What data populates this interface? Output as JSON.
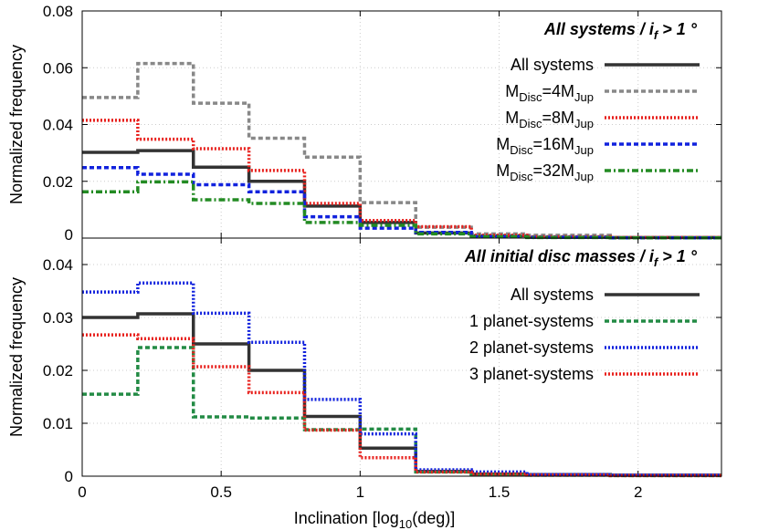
{
  "chart_data": [
    {
      "type": "line",
      "step": true,
      "title": "All systems / i_f > 1 °",
      "title_parts": {
        "pre": "All systems / ",
        "sym": "i",
        "sub": "f",
        "post": " > 1 °"
      },
      "xlabel": "",
      "ylabel": "Normalized frequency",
      "xlim": [
        0,
        2.3
      ],
      "ylim": [
        0,
        0.08
      ],
      "x_ticks": [],
      "y_ticks": [
        "0",
        "0.02",
        "0.04",
        "0.06",
        "0.08"
      ],
      "grid": true,
      "legend_position": "top-right",
      "bin_edges": [
        0,
        0.2,
        0.4,
        0.6,
        0.8,
        1.0,
        1.2,
        1.4,
        1.6,
        1.9,
        2.3
      ],
      "series": [
        {
          "name": "All systems",
          "legend": [
            {
              "t": "All systems"
            }
          ],
          "color": "#333333",
          "dash": "solid",
          "values": [
            0.0302,
            0.0308,
            0.025,
            0.02,
            0.0113,
            0.0055,
            0.0018,
            0.0008,
            0.0003,
            0.0002
          ]
        },
        {
          "name": "MDisc=4MJup",
          "legend": [
            {
              "t": "M"
            },
            {
              "t": "Disc",
              "sub": true
            },
            {
              "t": "=4M"
            },
            {
              "t": "Jup",
              "sub": true
            }
          ],
          "color": "#888888",
          "dash": "short",
          "values": [
            0.0495,
            0.0615,
            0.0475,
            0.0352,
            0.0285,
            0.0125,
            0.0038,
            0.0015,
            0.001,
            0.0002
          ]
        },
        {
          "name": "MDisc=8MJup",
          "legend": [
            {
              "t": "M"
            },
            {
              "t": "Disc",
              "sub": true
            },
            {
              "t": "=8M"
            },
            {
              "t": "Jup",
              "sub": true
            }
          ],
          "color": "#e8211d",
          "dash": "dot",
          "values": [
            0.0415,
            0.0348,
            0.0315,
            0.0238,
            0.0122,
            0.0062,
            0.004,
            0.001,
            0.0005,
            0.0002
          ]
        },
        {
          "name": "MDisc=16MJup",
          "legend": [
            {
              "t": "M"
            },
            {
              "t": "Disc",
              "sub": true
            },
            {
              "t": "=16M"
            },
            {
              "t": "Jup",
              "sub": true
            }
          ],
          "color": "#1122dd",
          "dash": "short",
          "values": [
            0.0248,
            0.0225,
            0.0188,
            0.0163,
            0.0075,
            0.0035,
            0.002,
            0.0005,
            0.0003,
            0.0001
          ]
        },
        {
          "name": "MDisc=32MJup",
          "legend": [
            {
              "t": "M"
            },
            {
              "t": "Disc",
              "sub": true
            },
            {
              "t": "=32M"
            },
            {
              "t": "Jup",
              "sub": true
            }
          ],
          "color": "#238b23",
          "dash": "dashdot",
          "values": [
            0.0163,
            0.0198,
            0.0135,
            0.0122,
            0.0055,
            0.0045,
            0.0015,
            0.0005,
            0.0002,
            0.0001
          ]
        }
      ]
    },
    {
      "type": "line",
      "step": true,
      "title": "All initial disc masses / i_f > 1 °",
      "title_parts": {
        "pre": "All initial disc masses / ",
        "sym": "i",
        "sub": "f",
        "post": " > 1 °"
      },
      "xlabel": "Inclination [log10(deg)]",
      "xlabel_parts": {
        "pre": "Inclination [log",
        "sub": "10",
        "post": "(deg)]"
      },
      "ylabel": "Normalized frequency",
      "xlim": [
        0,
        2.3
      ],
      "ylim": [
        0,
        0.045
      ],
      "x_ticks": [
        "0",
        "0.5",
        "1",
        "1.5",
        "2"
      ],
      "y_ticks": [
        "0",
        "0.01",
        "0.02",
        "0.03",
        "0.04"
      ],
      "grid": true,
      "legend_position": "top-right",
      "bin_edges": [
        0,
        0.2,
        0.4,
        0.6,
        0.8,
        1.0,
        1.2,
        1.4,
        1.6,
        1.9,
        2.3
      ],
      "series": [
        {
          "name": "All systems",
          "legend": [
            {
              "t": "All systems"
            }
          ],
          "color": "#333333",
          "dash": "solid",
          "values": [
            0.03,
            0.0307,
            0.025,
            0.02,
            0.0113,
            0.0053,
            0.0009,
            0.0004,
            0.0003,
            0.0002
          ]
        },
        {
          "name": "1 planet-systems",
          "legend": [
            {
              "t": "1 planet-systems"
            }
          ],
          "color": "#238b45",
          "dash": "short",
          "values": [
            0.0155,
            0.0243,
            0.0112,
            0.011,
            0.0088,
            0.0089,
            0.0008,
            0.0003,
            0.0002,
            0.0001
          ]
        },
        {
          "name": "2 planet-systems",
          "legend": [
            {
              "t": "2 planet-systems"
            }
          ],
          "color": "#1122dd",
          "dash": "dot",
          "values": [
            0.0348,
            0.0365,
            0.0308,
            0.0253,
            0.0145,
            0.008,
            0.0012,
            0.0008,
            0.0003,
            0.0002
          ]
        },
        {
          "name": "3 planet-systems",
          "legend": [
            {
              "t": "3 planet-systems"
            }
          ],
          "color": "#e8211d",
          "dash": "dot",
          "values": [
            0.0267,
            0.026,
            0.0207,
            0.0158,
            0.0087,
            0.0035,
            0.0008,
            0.0004,
            0.0002,
            0.0001
          ]
        }
      ]
    }
  ]
}
